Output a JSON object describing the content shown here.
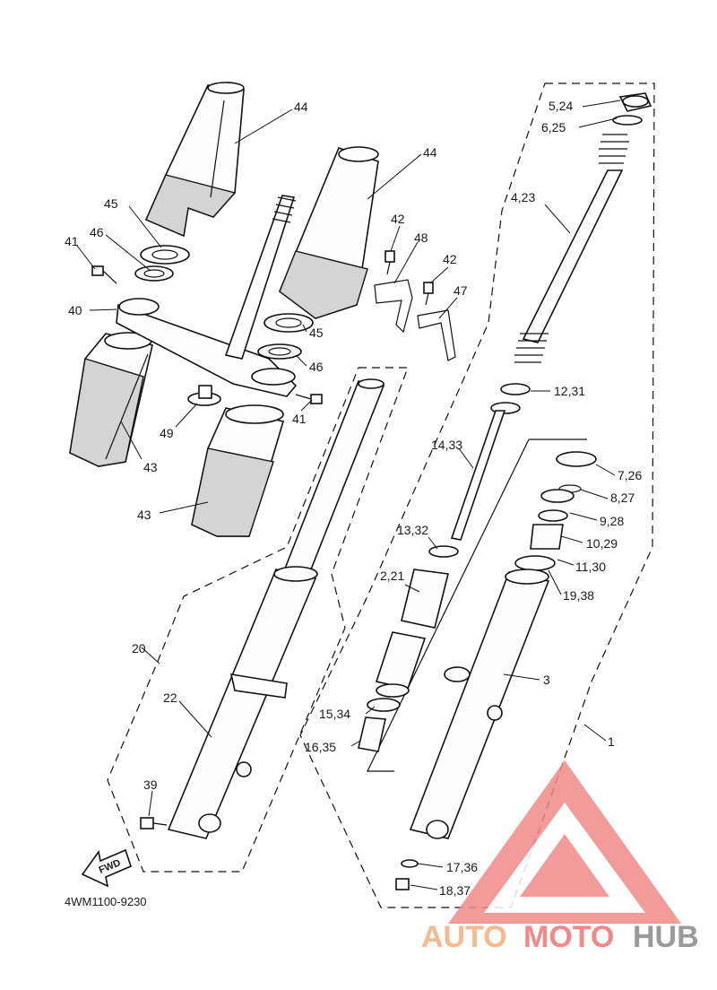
{
  "diagram": {
    "drawing_code": "4WM1100-9230",
    "fwd_label": "FWD",
    "callouts": {
      "c44a": "44",
      "c44b": "44",
      "c45a": "45",
      "c45b": "45",
      "c46a": "46",
      "c46b": "46",
      "c41a": "41",
      "c41b": "41",
      "c40": "40",
      "c43a": "43",
      "c43b": "43",
      "c49": "49",
      "c42a": "42",
      "c42b": "42",
      "c48": "48",
      "c47": "47",
      "c5_24": "5,24",
      "c6_25": "6,25",
      "c4_23": "4,23",
      "c12_31": "12,31",
      "c14_33": "14,33",
      "c7_26": "7,26",
      "c8_27": "8,27",
      "c9_28": "9,28",
      "c10_29": "10,29",
      "c11_30": "11,30",
      "c19_38": "19,38",
      "c13_32": "13,32",
      "c2_21": "2,21",
      "c3": "3",
      "c1": "1",
      "c15_34": "15,34",
      "c16_35": "16,35",
      "c17_36": "17,36",
      "c18_37": "18,37",
      "c20": "20",
      "c22": "22",
      "c39": "39"
    }
  },
  "watermark": {
    "part1": "AUTO",
    "part2": "MOTO",
    "part3": "HUB",
    "colors": {
      "auto": "#f7b98e",
      "moto": "#f08a8a",
      "hub": "#9a9a9a",
      "logo": "#f08a8a"
    }
  }
}
